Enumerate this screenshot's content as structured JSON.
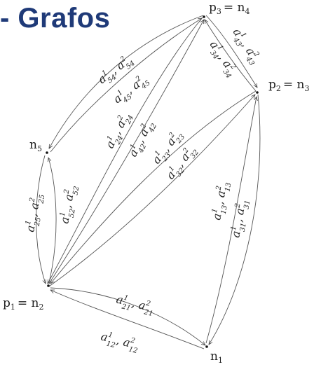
{
  "title": "- Grafos",
  "nodes": [
    {
      "id": "p3",
      "label": "p",
      "sub": "3",
      "eq": "= n",
      "eqsub": "4"
    },
    {
      "id": "p2",
      "label": "p",
      "sub": "2",
      "eq": "= n",
      "eqsub": "3"
    },
    {
      "id": "n5",
      "label": "n",
      "sub": "5"
    },
    {
      "id": "p1",
      "label": "p",
      "sub": "1",
      "eq": "= n",
      "eqsub": "2"
    },
    {
      "id": "n1",
      "label": "n",
      "sub": "1"
    }
  ],
  "edge_labels": [
    {
      "id": "a54",
      "a": "54",
      "b": "54"
    },
    {
      "id": "a45",
      "a": "45",
      "b": "45"
    },
    {
      "id": "a43",
      "a": "43",
      "b": "43"
    },
    {
      "id": "a34",
      "a": "34",
      "b": "34"
    },
    {
      "id": "a24",
      "a": "24",
      "b": "24"
    },
    {
      "id": "a42",
      "a": "42",
      "b": "42"
    },
    {
      "id": "a23",
      "a": "23",
      "b": "23"
    },
    {
      "id": "a32",
      "a": "32",
      "b": "32"
    },
    {
      "id": "a25",
      "a": "25",
      "b": "25"
    },
    {
      "id": "a52",
      "a": "52",
      "b": "52"
    },
    {
      "id": "a13",
      "a": "13",
      "b": "13"
    },
    {
      "id": "a31",
      "a": "31",
      "b": "31"
    },
    {
      "id": "a21",
      "a": "21",
      "b": "21"
    },
    {
      "id": "a12",
      "a": "12",
      "b": "12"
    }
  ],
  "colors": {
    "title": "#1f3a78",
    "edge": "#555555",
    "text": "#222222"
  }
}
